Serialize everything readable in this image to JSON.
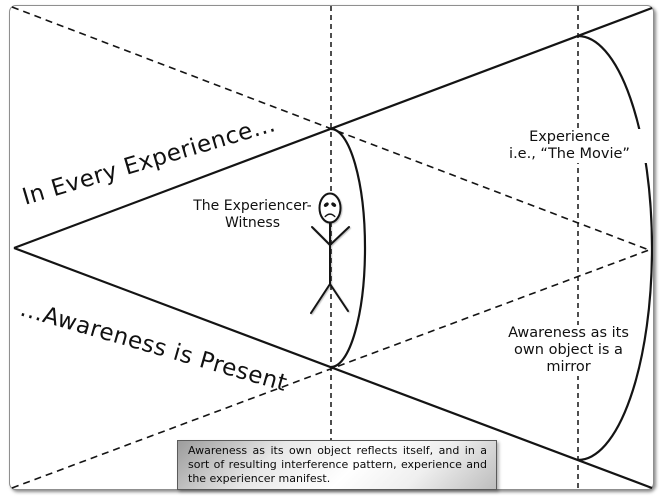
{
  "diagram": {
    "labels": {
      "in_every_experience": "In Every Experience...",
      "awareness_is_present": "...Awareness is Present",
      "experiencer_line1": "The Experiencer-",
      "experiencer_line2": "Witness",
      "experience_line1": "Experience",
      "experience_line2": "i.e., “The Movie”",
      "mirror_label": "Awareness as its own object is a mirror",
      "caption": "Awareness as its own object reflects itself, and in a sort of resulting interference pattern, experience and the experiencer manifest."
    },
    "colors": {
      "line": "#141414",
      "background": "#ffffff",
      "frame_border": "#8f8f8f",
      "caption_box_border": "#5a5a5a",
      "caption_gradient_dark": "#9c9c9c",
      "caption_gradient_light": "#ffffff"
    }
  }
}
